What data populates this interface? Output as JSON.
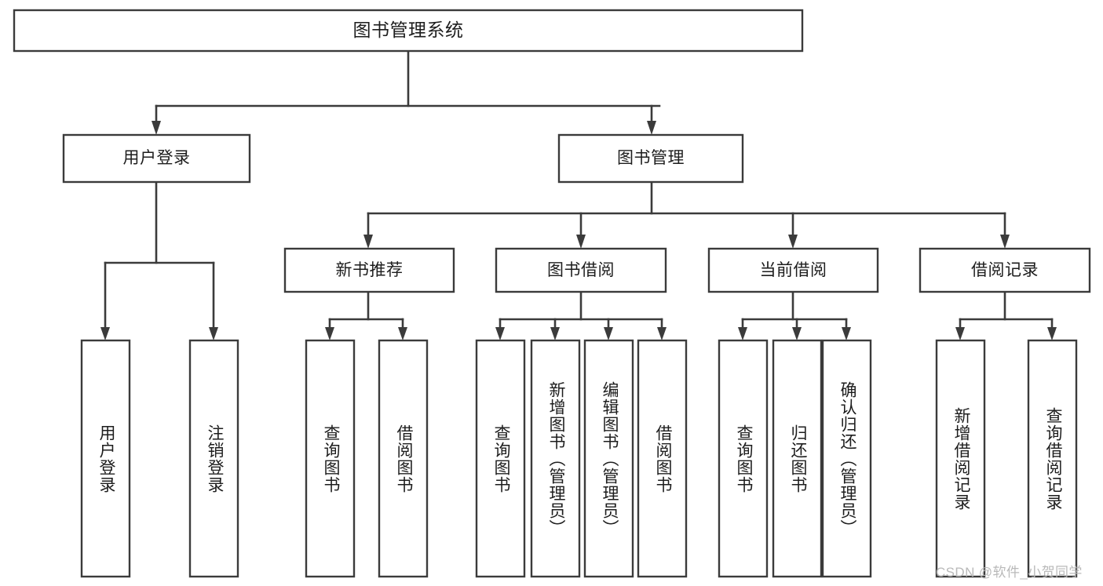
{
  "diagram": {
    "type": "tree-hierarchy",
    "title": "图书管理系统",
    "watermark": "CSDN @软件_小贺同学",
    "colors": {
      "background": "#ffffff",
      "box_fill": "#ffffff",
      "box_stroke": "#3b3b3b",
      "connector": "#3b3b3b",
      "text": "#1d1d1d",
      "watermark": "#b9b9b9"
    },
    "root": {
      "label": "图书管理系统"
    },
    "level1": [
      {
        "id": "user-login",
        "label": "用户登录"
      },
      {
        "id": "book-management",
        "label": "图书管理"
      }
    ],
    "level2": [
      {
        "id": "new-book-recommend",
        "label": "新书推荐",
        "parent": "book-management"
      },
      {
        "id": "book-borrow",
        "label": "图书借阅",
        "parent": "book-management"
      },
      {
        "id": "current-borrow",
        "label": "当前借阅",
        "parent": "book-management"
      },
      {
        "id": "borrow-record",
        "label": "借阅记录",
        "parent": "book-management"
      }
    ],
    "leaves": {
      "user-login": [
        {
          "id": "leaf-user-login",
          "label": "用户登录"
        },
        {
          "id": "leaf-user-logout",
          "label": "注销登录"
        }
      ],
      "new-book-recommend": [
        {
          "id": "leaf-query-book-1",
          "label": "查询图书"
        },
        {
          "id": "leaf-borrow-book-1",
          "label": "借阅图书"
        }
      ],
      "book-borrow": [
        {
          "id": "leaf-query-book-2",
          "label": "查询图书"
        },
        {
          "id": "leaf-add-book",
          "label": "新增图书（管理员）"
        },
        {
          "id": "leaf-edit-book",
          "label": "编辑图书（管理员）"
        },
        {
          "id": "leaf-borrow-book-2",
          "label": "借阅图书"
        }
      ],
      "current-borrow": [
        {
          "id": "leaf-query-book-3",
          "label": "查询图书"
        },
        {
          "id": "leaf-return-book",
          "label": "归还图书"
        },
        {
          "id": "leaf-confirm-return",
          "label": "确认归还（管理员）"
        }
      ],
      "borrow-record": [
        {
          "id": "leaf-add-record",
          "label": "新增借阅记录"
        },
        {
          "id": "leaf-query-record",
          "label": "查询借阅记录"
        }
      ]
    }
  }
}
